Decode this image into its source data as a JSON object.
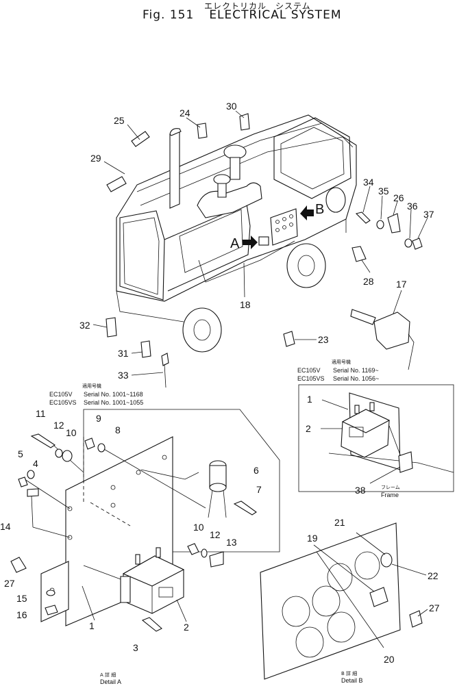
{
  "header": {
    "title_jp": "エレクトリカル　システム",
    "fig_label": "Fig. 151",
    "title_en": "ELECTRICAL SYSTEM"
  },
  "callouts": {
    "c1": "1",
    "c2": "2",
    "c3": "3",
    "c4": "4",
    "c5": "5",
    "c6": "6",
    "c7": "7",
    "c8": "8",
    "c9": "9",
    "c10": "10",
    "c10b": "10",
    "c11": "11",
    "c12": "12",
    "c12b": "12",
    "c13": "13",
    "c14": "14",
    "c15": "15",
    "c16": "16",
    "c17": "17",
    "c18": "18",
    "c19": "19",
    "c20": "20",
    "c21": "21",
    "c22": "22",
    "c23": "23",
    "c24": "24",
    "c25": "25",
    "c26": "26",
    "c27": "27",
    "c27b": "27",
    "c28": "28",
    "c29": "29",
    "c30": "30",
    "c31": "31",
    "c32": "32",
    "c33": "33",
    "c34": "34",
    "c35": "35",
    "c36": "36",
    "c37": "37",
    "c38": "38",
    "r1": "1",
    "r2": "2"
  },
  "view_markers": {
    "a": "A",
    "b": "B"
  },
  "serial_left": {
    "jp": "適用号機",
    "row1_model": "EC105V",
    "row1_serial": "Serial  No. 1001~1168",
    "row2_model": "EC105VS",
    "row2_serial": "Serial  No. 1001~1055"
  },
  "serial_right": {
    "jp": "適用号機",
    "row1_model": "EC105V",
    "row1_serial": "Serial  No. 1169~",
    "row2_model": "EC105VS",
    "row2_serial": "Serial  No. 1056~"
  },
  "frame_label": {
    "jp": "フレーム",
    "en": "Frame"
  },
  "detail_a": {
    "jp": "A 詳 細",
    "en": "Detail A"
  },
  "detail_b": {
    "jp": "B 詳 細",
    "en": "Detail B"
  }
}
